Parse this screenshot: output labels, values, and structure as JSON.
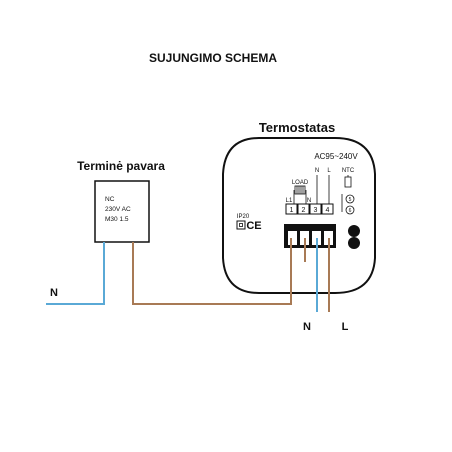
{
  "title": "SUJUNGIMO SCHEMA",
  "thermostat": {
    "title": "Termostatas",
    "voltage": "AC95~240V",
    "load_label": "LOAD",
    "terminal_labels": {
      "l1": "L1",
      "n": "N",
      "l": "L",
      "ntc": "NTC"
    },
    "terminals": [
      "1",
      "2",
      "3",
      "4"
    ],
    "ntc_terminals": [
      "5",
      "6"
    ],
    "ip_rating": "IP20",
    "ce_mark": "CE"
  },
  "actuator": {
    "title": "Terminė pavara",
    "specs": [
      "NC",
      "230V AC",
      "M30 1.5"
    ]
  },
  "wires": {
    "left_n_label": "N",
    "bottom_n_label": "N",
    "bottom_l_label": "L"
  },
  "colors": {
    "neutral_wire": "#5aa9d6",
    "live_wire": "#a87a55",
    "outline": "#111111"
  }
}
